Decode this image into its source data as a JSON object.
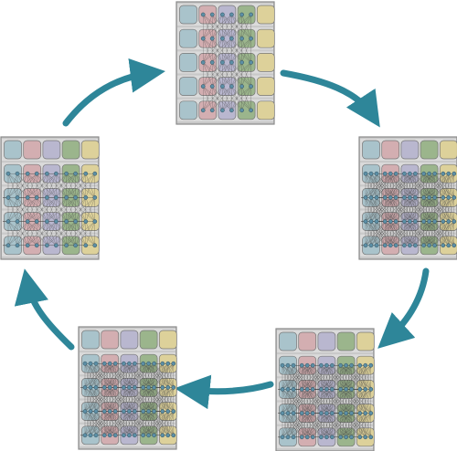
{
  "diagram": {
    "kind": "cycle",
    "panels": [
      {
        "id": "panel-1",
        "rows": 5,
        "cols": 5,
        "variant": "sparse"
      },
      {
        "id": "panel-2",
        "rows": 5,
        "cols": 5,
        "variant": "dense"
      },
      {
        "id": "panel-3",
        "rows": 5,
        "cols": 5,
        "variant": "dense"
      },
      {
        "id": "panel-4",
        "rows": 5,
        "cols": 5,
        "variant": "dense"
      },
      {
        "id": "panel-5",
        "rows": 5,
        "cols": 5,
        "variant": "medium"
      }
    ],
    "flow_direction": "clockwise",
    "column_colors": [
      "#a9c3cb",
      "#d3aeb1",
      "#b9b7cf",
      "#9bb58c",
      "#ddd19a"
    ],
    "colors": {
      "arrow": "#2e8699",
      "panel_border": "#8a8a8a",
      "panel_fill": "#c9c9c9",
      "line": "#444444",
      "node": "#5c8fa6"
    }
  }
}
